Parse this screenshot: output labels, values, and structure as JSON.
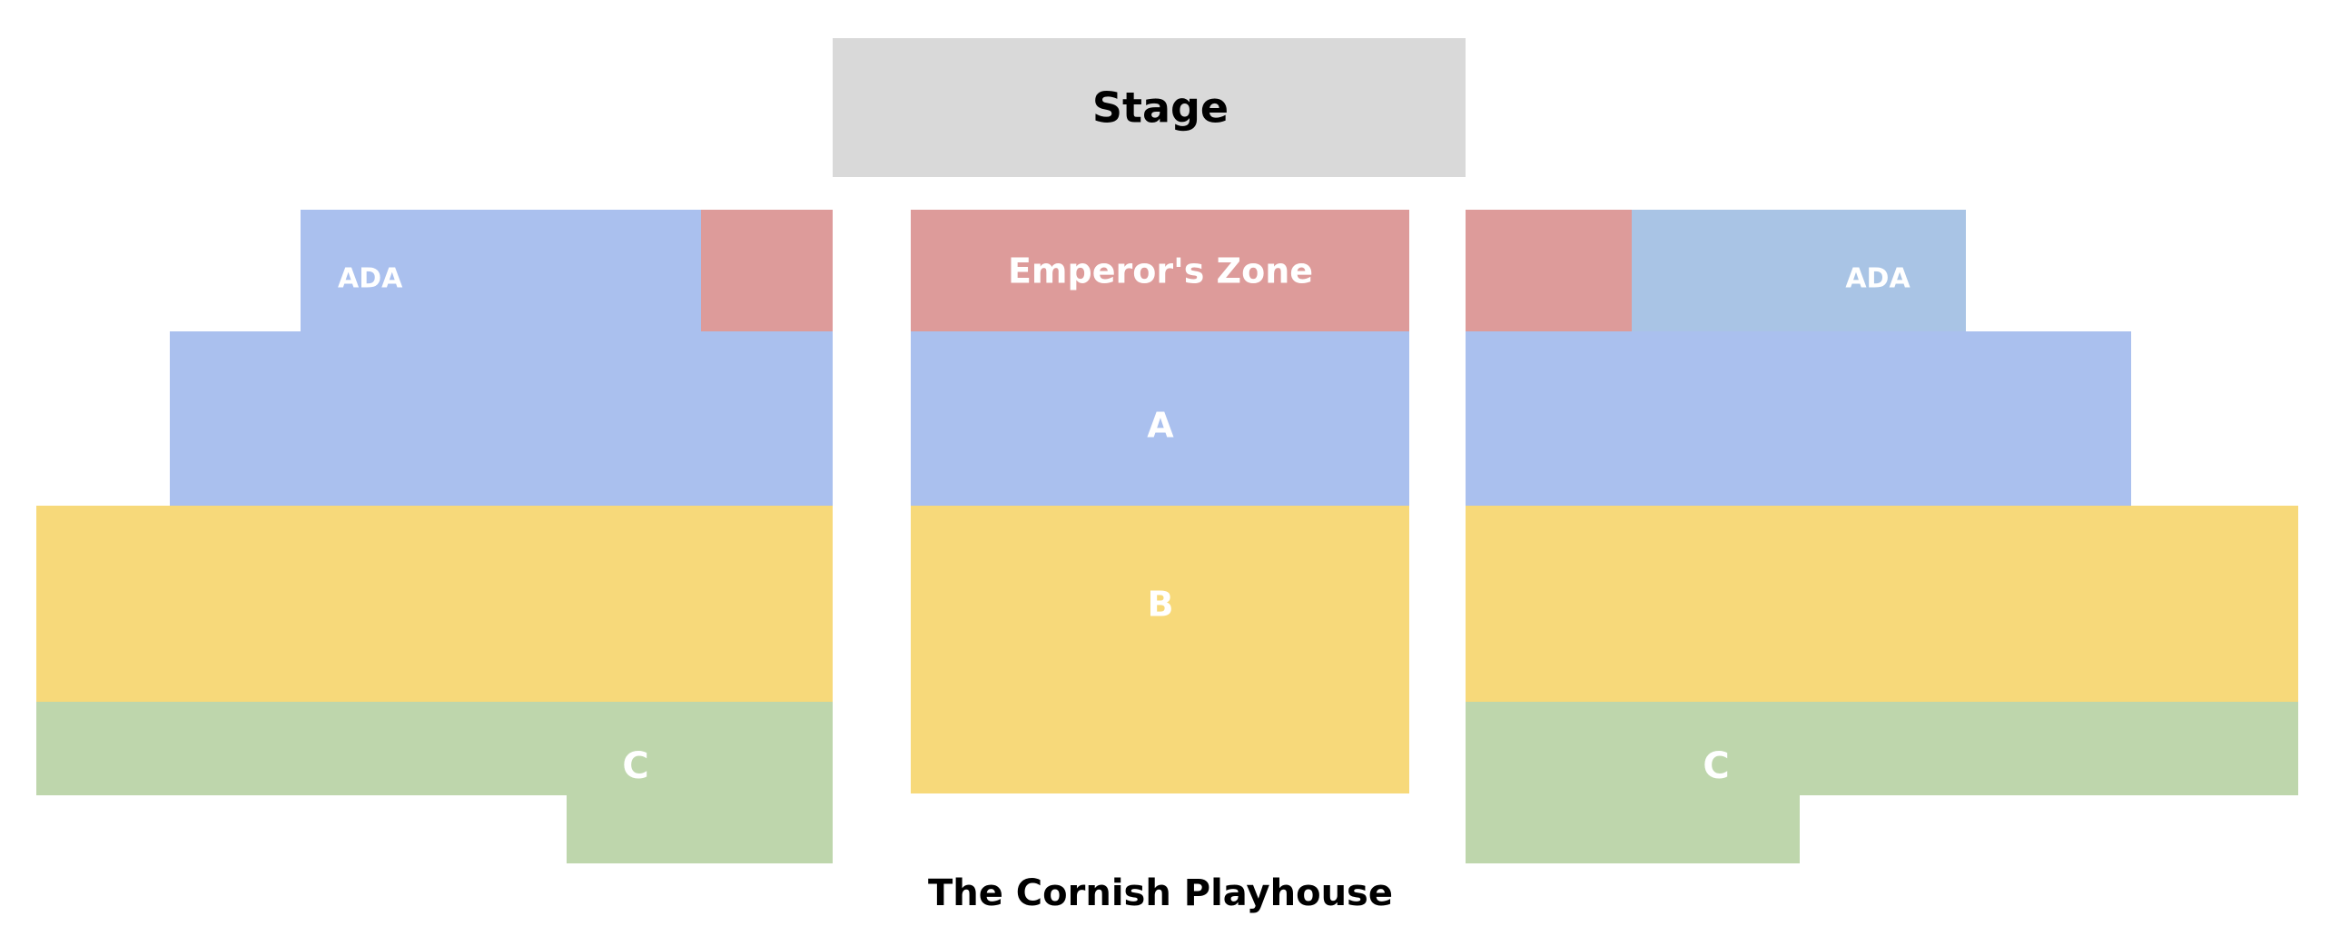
{
  "title": "The Cornish Playhouse",
  "stage": {
    "label": "Stage"
  },
  "colors": {
    "stage": "#d9d9d9",
    "emperor": "#dd9b9a",
    "a": "#aac0ee",
    "ada_right": "#a9c4e5",
    "b": "#f7d97a",
    "c": "#bed6ac",
    "label_light": "#ffffff",
    "label_dark": "#000000"
  },
  "labels": {
    "ada_left": "ADA",
    "ada_right": "ADA",
    "emperor": "Emperor's Zone",
    "a": "A",
    "b": "B",
    "c_left": "C",
    "c_right": "C"
  }
}
